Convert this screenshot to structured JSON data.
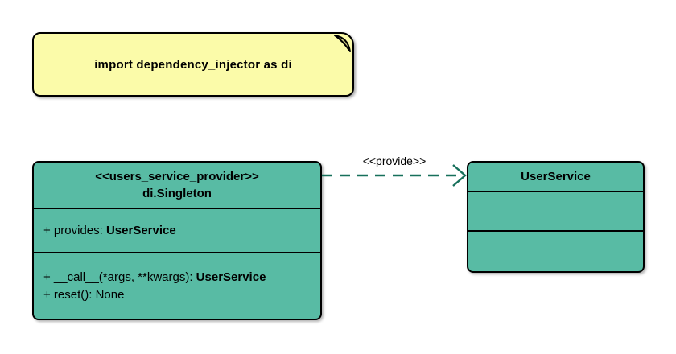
{
  "diagram": {
    "type": "uml-class-diagram",
    "background": "#ffffff"
  },
  "colors": {
    "class_fill": "#58BBA4",
    "note_fill": "#FBFBA9",
    "note_fold": "#CFCF85",
    "border": "#000000",
    "arrow": "#17705B",
    "text": "#000000"
  },
  "note": {
    "text": "import dependency_injector as di"
  },
  "provider_class": {
    "stereotype": "<<users_service_provider>>",
    "name": "di.Singleton",
    "attributes": [
      {
        "text": "+ provides: ",
        "type": "UserService"
      }
    ],
    "methods": [
      {
        "text": "+ __call__(*args, **kwargs): ",
        "type": "UserService"
      },
      {
        "text": "+ reset(): None",
        "type": ""
      }
    ]
  },
  "relation": {
    "label": "<<provide>>",
    "style": "dashed-open-arrow",
    "from": "di.Singleton",
    "to": "UserService"
  },
  "service_class": {
    "name": "UserService"
  }
}
